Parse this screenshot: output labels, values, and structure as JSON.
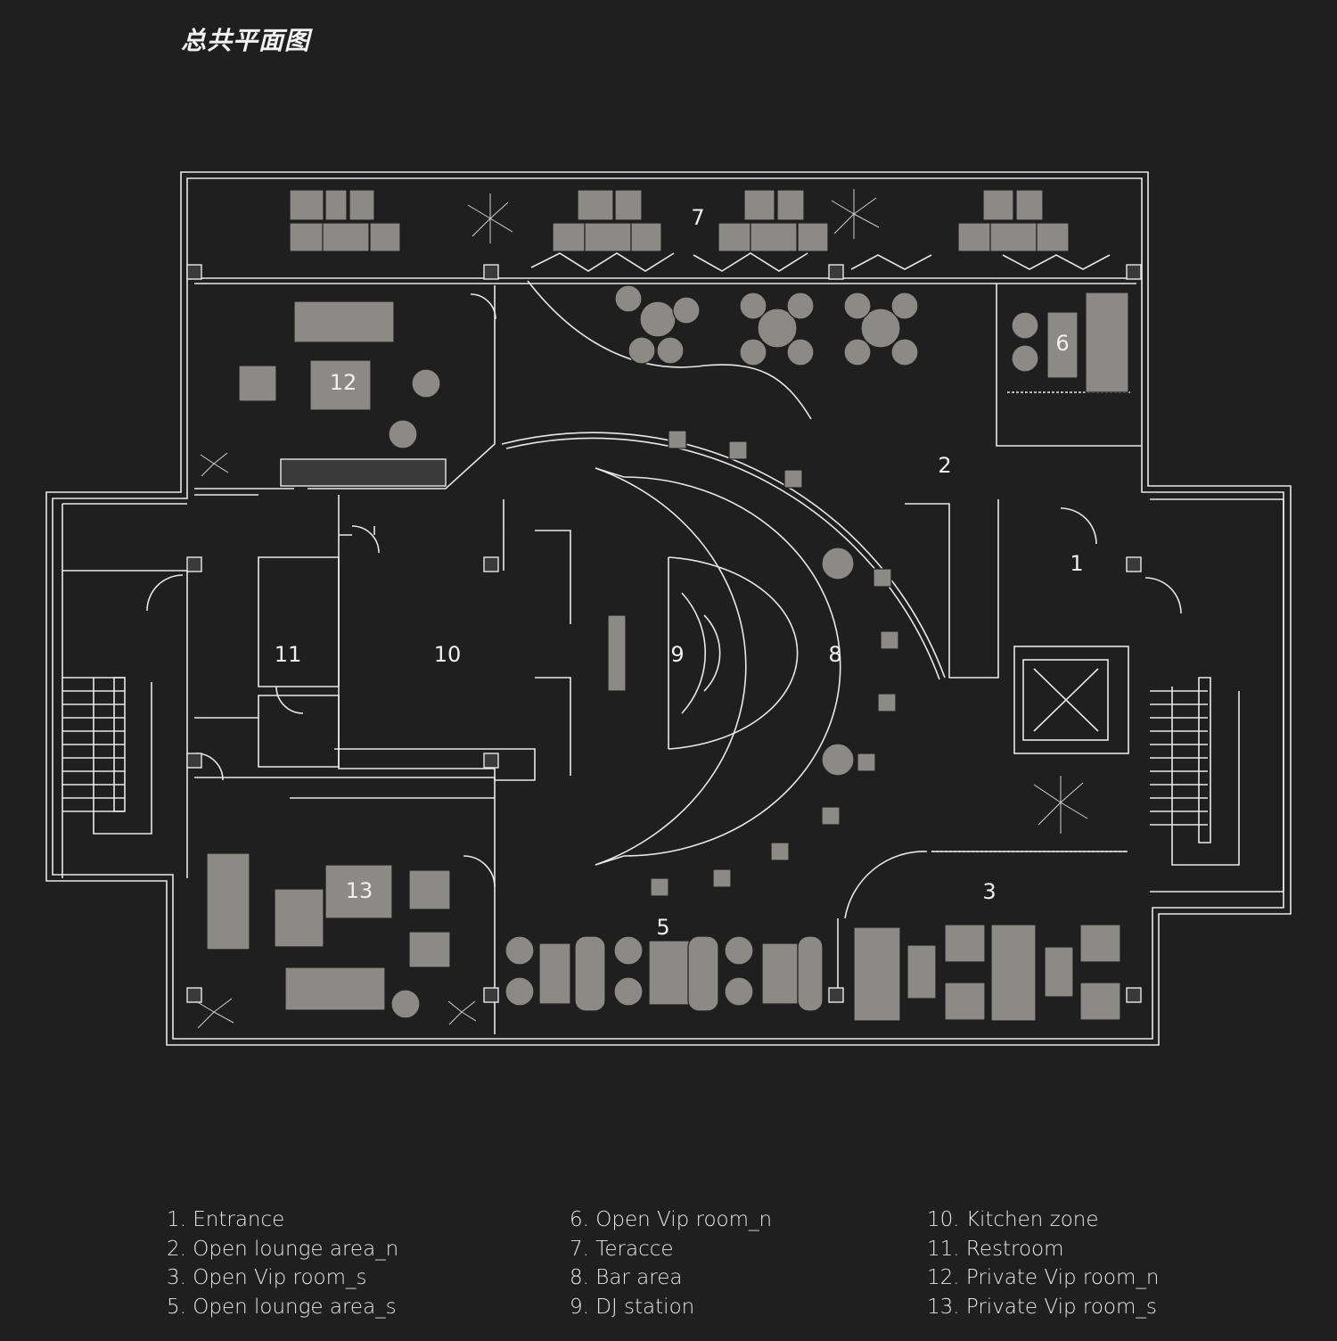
{
  "title": "总共平面图",
  "room_labels": {
    "r1": "1",
    "r2": "2",
    "r3": "3",
    "r5": "5",
    "r6": "6",
    "r7": "7",
    "r8": "8",
    "r9": "9",
    "r10": "10",
    "r11": "11",
    "r12": "12",
    "r13": "13"
  },
  "legend": {
    "col1": [
      "1. Entrance",
      "2. Open lounge area_n",
      "3. Open Vip room_s",
      "5. Open lounge area_s"
    ],
    "col2": [
      "6. Open Vip room_n",
      "7. Teracce",
      "8. Bar area",
      "9. DJ station"
    ],
    "col3": [
      "10. Kitchen zone",
      "11. Restroom",
      "12. Private Vip room_n",
      "13. Private Vip room_s"
    ]
  },
  "colors": {
    "background": "#1f1f1f",
    "line": "#e8e8e8",
    "furniture_fill": "#8c8a86",
    "wall_fill": "#3a3a3a"
  }
}
